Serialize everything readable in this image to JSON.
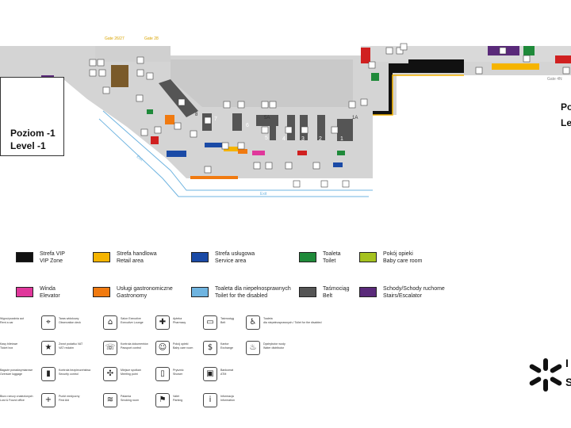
{
  "map": {
    "gate_labels": [
      "Gate 26/27",
      "Gate 28",
      "Gate 4N"
    ],
    "belt_numbers": [
      "7",
      "6",
      "5A",
      "5",
      "4",
      "3",
      "2",
      "1",
      "1A",
      "8"
    ],
    "exit_labels": [
      "Exit",
      "Exit"
    ],
    "level_left": [
      "Poziom -1",
      "Level -1"
    ],
    "level_right": [
      "Po",
      "Lev"
    ]
  },
  "legend": {
    "items": [
      {
        "pl": "Strefa VIP",
        "en": "VIP Zone",
        "color": "#111111"
      },
      {
        "pl": "Strefa handlowa",
        "en": "Retail area",
        "color": "#f5b400"
      },
      {
        "pl": "Strefa usługowa",
        "en": "Service area",
        "color": "#1a4aa6"
      },
      {
        "pl": "Toaleta",
        "en": "Toilet",
        "color": "#1f8a3a"
      },
      {
        "pl": "Pokój opieki",
        "en": "Baby care room",
        "color": "#a5c21f"
      },
      {
        "pl": "Winda",
        "en": "Elevator",
        "color": "#e0379b"
      },
      {
        "pl": "Usługi gastronomiczne",
        "en": "Gastronomy",
        "color": "#f07a10"
      },
      {
        "pl": "Toaleta dla niepełnosprawnych",
        "en": "Toilet for the disabled",
        "color": "#6fb4e0"
      },
      {
        "pl": "Taśmociąg",
        "en": "Belt",
        "color": "#555555"
      },
      {
        "pl": "Schody/Schody ruchome",
        "en": "Stairs/Escalator",
        "color": "#5a2a7a"
      }
    ]
  },
  "icons": [
    {
      "icon": "car-rental-icon",
      "glyph": "",
      "l1": "Wypożyczalnia aut",
      "l2": "Rent a car"
    },
    {
      "icon": "observation-icon",
      "glyph": "⌖",
      "l1": "Taras widokowy",
      "l2": "Observation deck"
    },
    {
      "icon": "lounge-icon",
      "glyph": "⌂",
      "l1": "Salon Executive",
      "l2": "Executive Lounge"
    },
    {
      "icon": "pharmacy-icon",
      "glyph": "✚",
      "l1": "Apteka",
      "l2": "Pharmacy"
    },
    {
      "icon": "belt-icon",
      "glyph": "▭",
      "l1": "Taśmociąg",
      "l2": "Belt"
    },
    {
      "icon": "wheelchair-icon",
      "glyph": "♿",
      "l1": "Toaleta",
      "l2": "dla niepełnosprawnych / Toilet for the disabled"
    },
    {
      "icon": "ticket-icon",
      "glyph": "",
      "l1": "Kasy biletowe",
      "l2": "Ticket box"
    },
    {
      "icon": "vip-icon",
      "glyph": "★",
      "l1": "Zwrot podatku VAT",
      "l2": "VAT reclaim"
    },
    {
      "icon": "passport-icon",
      "glyph": "☏",
      "l1": "Kontrola dokumentów",
      "l2": "Passport control"
    },
    {
      "icon": "baby-care-icon",
      "glyph": "☺",
      "l1": "Pokój opieki",
      "l2": "Baby care room"
    },
    {
      "icon": "exchange-icon",
      "glyph": "$",
      "l1": "Kantor",
      "l2": "Exchange"
    },
    {
      "icon": "water-icon",
      "glyph": "♨",
      "l1": "Dystrybutor wody",
      "l2": "Water distributor"
    },
    {
      "icon": "luggage-icon",
      "glyph": "",
      "l1": "Bagaże ponadwymiarowe",
      "l2": "Oversize luggage"
    },
    {
      "icon": "security-icon",
      "glyph": "▮",
      "l1": "Kontrola bezpieczeństwa",
      "l2": "Security control"
    },
    {
      "icon": "meeting-point-icon",
      "glyph": "✣",
      "l1": "Miejsce spotkań",
      "l2": "Meeting point"
    },
    {
      "icon": "shower-icon",
      "glyph": "▯",
      "l1": "Prysznic",
      "l2": "Shower"
    },
    {
      "icon": "atm-icon",
      "glyph": "▣",
      "l1": "Bankomat",
      "l2": "ATM"
    },
    {
      "icon": "lost-found-icon",
      "glyph": "",
      "l1": "Biuro rzeczy znalezionych",
      "l2": "Lost & Found office"
    },
    {
      "icon": "first-aid-icon",
      "glyph": "+",
      "l1": "Punkt medyczny",
      "l2": "First Aid"
    },
    {
      "icon": "smoking-icon",
      "glyph": "≋",
      "l1": "Palarnia",
      "l2": "Smoking room"
    },
    {
      "icon": "valet-icon",
      "glyph": "⚑",
      "l1": "Valet",
      "l2": "Parking"
    },
    {
      "icon": "info-icon",
      "glyph": "i",
      "l1": "Informacja",
      "l2": "Information"
    }
  ],
  "brand": {
    "letters": [
      "I",
      "S"
    ]
  }
}
